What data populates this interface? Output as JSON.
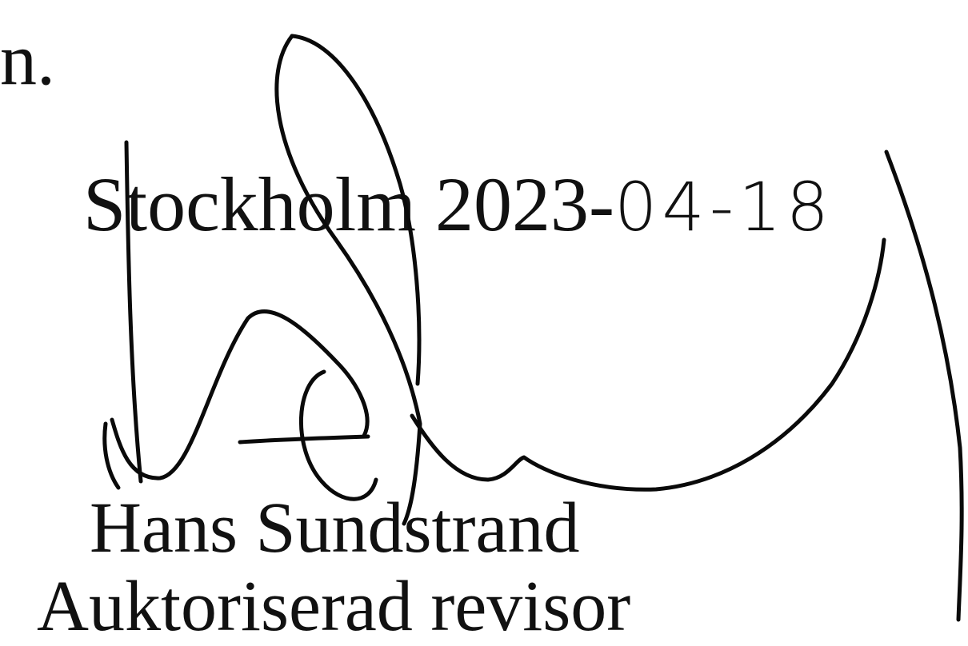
{
  "document": {
    "preceding_text_fragment": "n.",
    "place": "Stockholm",
    "date_printed": "2023-",
    "date_handwritten": "04-18",
    "signer": {
      "name": "Hans Sundstrand",
      "title": "Auktoriserad revisor"
    }
  },
  "signature": {
    "type": "handwritten-signature",
    "ink_color": "#0a0a0a"
  }
}
